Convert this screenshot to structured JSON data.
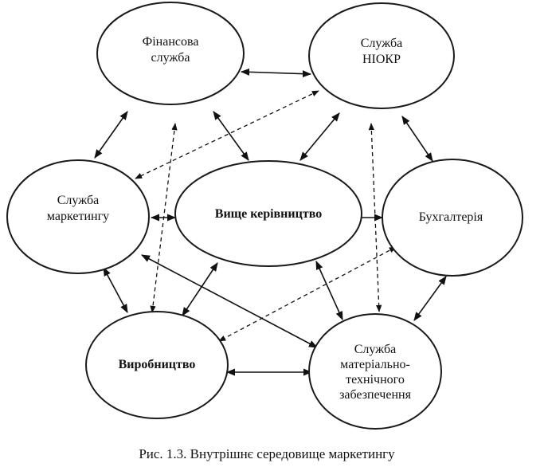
{
  "nodes": {
    "finance": [
      "Фінансова",
      "служба"
    ],
    "rnd": [
      "Служба",
      "НІОКР"
    ],
    "marketing": [
      "Служба",
      "маркетингу"
    ],
    "management": [
      "Вище керівництво"
    ],
    "accounting": [
      "Бухгалтерія"
    ],
    "production": [
      "Виробництво"
    ],
    "supply": [
      "Служба",
      "матеріально-",
      "технічного",
      "забезпечення"
    ]
  },
  "caption": "Рис. 1.3. Внутрішнє середовище маркетингу"
}
